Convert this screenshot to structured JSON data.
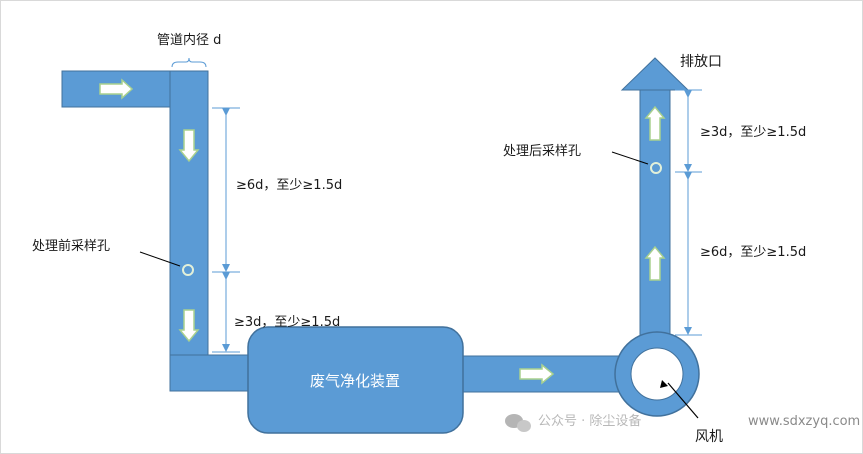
{
  "labels": {
    "pipe_diameter": "管道内径 d",
    "outlet": "排放口",
    "pre_sampling": "处理前采样孔",
    "post_sampling": "处理后采样孔",
    "dist_6d_left": "≥6d，至少≥1.5d",
    "dist_3d_left": "≥3d，至少≥1.5d",
    "dist_3d_right": "≥3d，至少≥1.5d",
    "dist_6d_right": "≥6d，至少≥1.5d",
    "device": "废气净化装置",
    "fan": "风机"
  },
  "watermark": {
    "left": "公众号 · 除尘设备",
    "right": "www.sdxzyq.com"
  },
  "colors": {
    "pipe": "#5b9bd5",
    "pipe_edge": "#41719c",
    "flow_arrow": "#ffffff",
    "flow_arrow_edge": "#a9d18e",
    "dimension_line": "#5b9bd5",
    "sampling_hole": "#c5e0b4"
  }
}
